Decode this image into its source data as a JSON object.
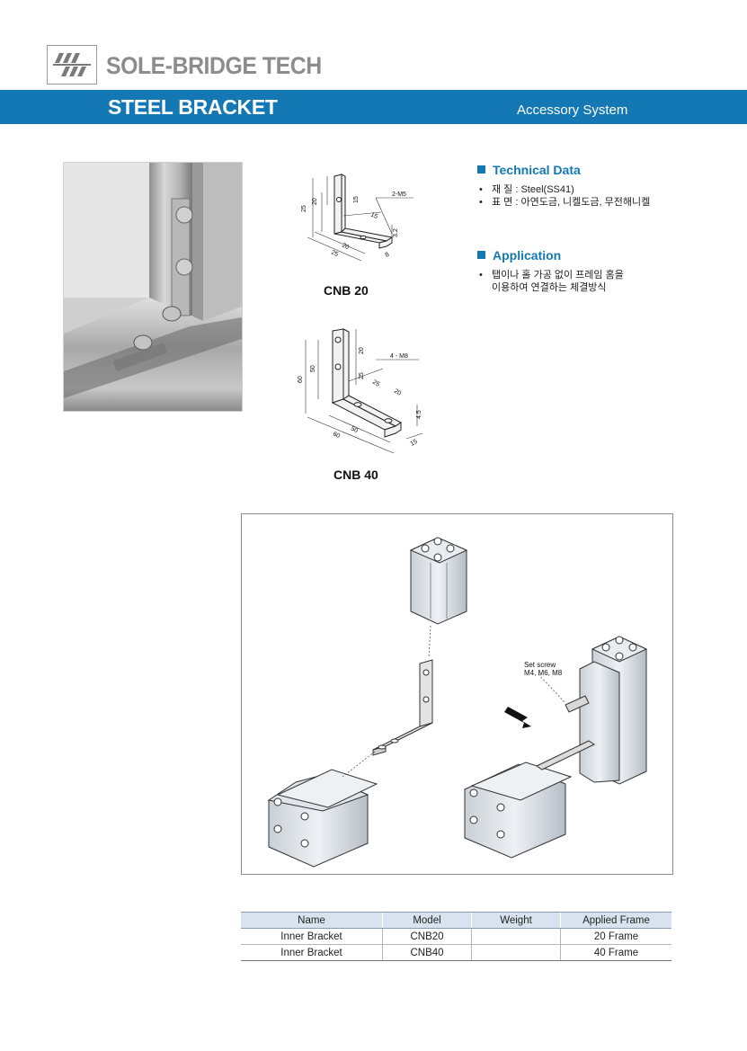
{
  "brand": {
    "name": "SOLE-BRIDGE TECH"
  },
  "header": {
    "title": "STEEL BRACKET",
    "subtitle": "Accessory System"
  },
  "drawings": {
    "cnb20": {
      "caption": "CNB 20",
      "dims": {
        "a": "25",
        "b": "20",
        "c": "15",
        "d": "15",
        "e": "2-M5",
        "f": "3.2",
        "g": "20",
        "h": "25",
        "i": "8"
      }
    },
    "cnb40": {
      "caption": "CNB 40",
      "dims": {
        "a": "60",
        "b": "50",
        "c": "20",
        "d": "25",
        "e": "25",
        "f": "4 - M8",
        "g": "20",
        "h": "4.5",
        "i": "60",
        "j": "50",
        "k": "15"
      }
    }
  },
  "technical": {
    "title": "Technical Data",
    "lines": [
      {
        "bullet": "•",
        "key": "재      질",
        "value": " : Steel(SS41)"
      },
      {
        "bullet": "•",
        "key": "표      면",
        "value": " : 아연도금, 니켈도금, 무전해니켈"
      }
    ]
  },
  "application": {
    "title": "Application",
    "lines": [
      {
        "bullet": "•",
        "text": "탭이나 홀 가공 없이 프레임 홈을"
      },
      {
        "bullet": "",
        "text": "이용하여 연결하는 체결방식"
      }
    ]
  },
  "assembly": {
    "label_line1": "Set screw",
    "label_line2": "M4, M6, M8"
  },
  "table": {
    "headers": [
      "Name",
      "Model",
      "Weight",
      "Applied Frame"
    ],
    "rows": [
      [
        "Inner Bracket",
        "CNB20",
        "",
        "20 Frame"
      ],
      [
        "Inner Bracket",
        "CNB40",
        "",
        "40 Frame"
      ]
    ]
  },
  "colors": {
    "accent": "#1378b4",
    "brand_gray": "#8c8c8c",
    "table_header": "#d9e3ef"
  }
}
